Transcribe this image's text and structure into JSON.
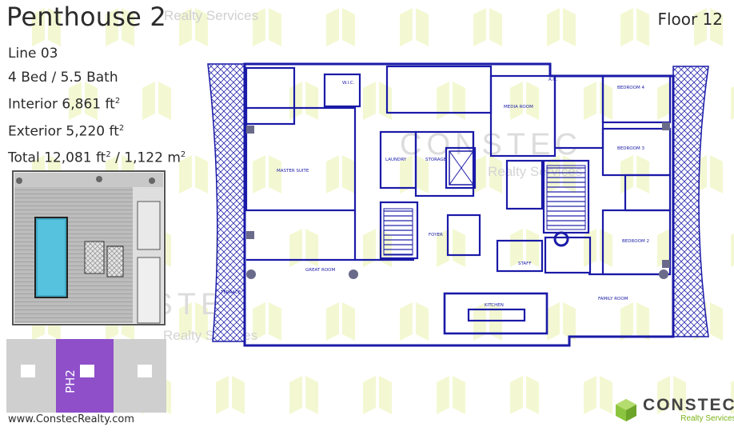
{
  "header": {
    "title": "Penthouse 2",
    "brand_watermark": "Realty Services",
    "floor": "Floor 12"
  },
  "specs": {
    "line": "Line 03",
    "bed_bath": "4 Bed / 5.5 Bath",
    "interior_label": "Interior 6,861 ft",
    "exterior_label": "Exterior 5,220 ft",
    "total_label": "Total 12,081 ft",
    "total_metric": " / 1,122 m",
    "superscript": "2"
  },
  "stack": {
    "unit_label": "PH2",
    "highlight_color": "#8e4fc9",
    "other_color": "#cfcfcf"
  },
  "footer": {
    "website": "www.ConstecRealty.com"
  },
  "logo": {
    "name": "CONSTEC",
    "sub": "Realty Services",
    "accent_color": "#8bc53f"
  },
  "watermark": {
    "name": "CONSTEC",
    "sub": "Realty Services",
    "tile_color": "#f3f8d2"
  },
  "floorplan": {
    "rooms": [
      {
        "name": "MASTER SUITE"
      },
      {
        "name": "MEDIA ROOM"
      },
      {
        "name": "BEDROOM 4"
      },
      {
        "name": "BEDROOM 3"
      },
      {
        "name": "BEDROOM 2"
      },
      {
        "name": "LAUNDRY"
      },
      {
        "name": "STORAGE"
      },
      {
        "name": "GREAT ROOM"
      },
      {
        "name": "KITCHEN"
      },
      {
        "name": "FAMILY ROOM"
      },
      {
        "name": "STAFF"
      },
      {
        "name": "TERRACE"
      },
      {
        "name": "W.I.C."
      },
      {
        "name": "A.C."
      },
      {
        "name": "FOYER"
      }
    ],
    "line_color": "#1a1aa8"
  }
}
